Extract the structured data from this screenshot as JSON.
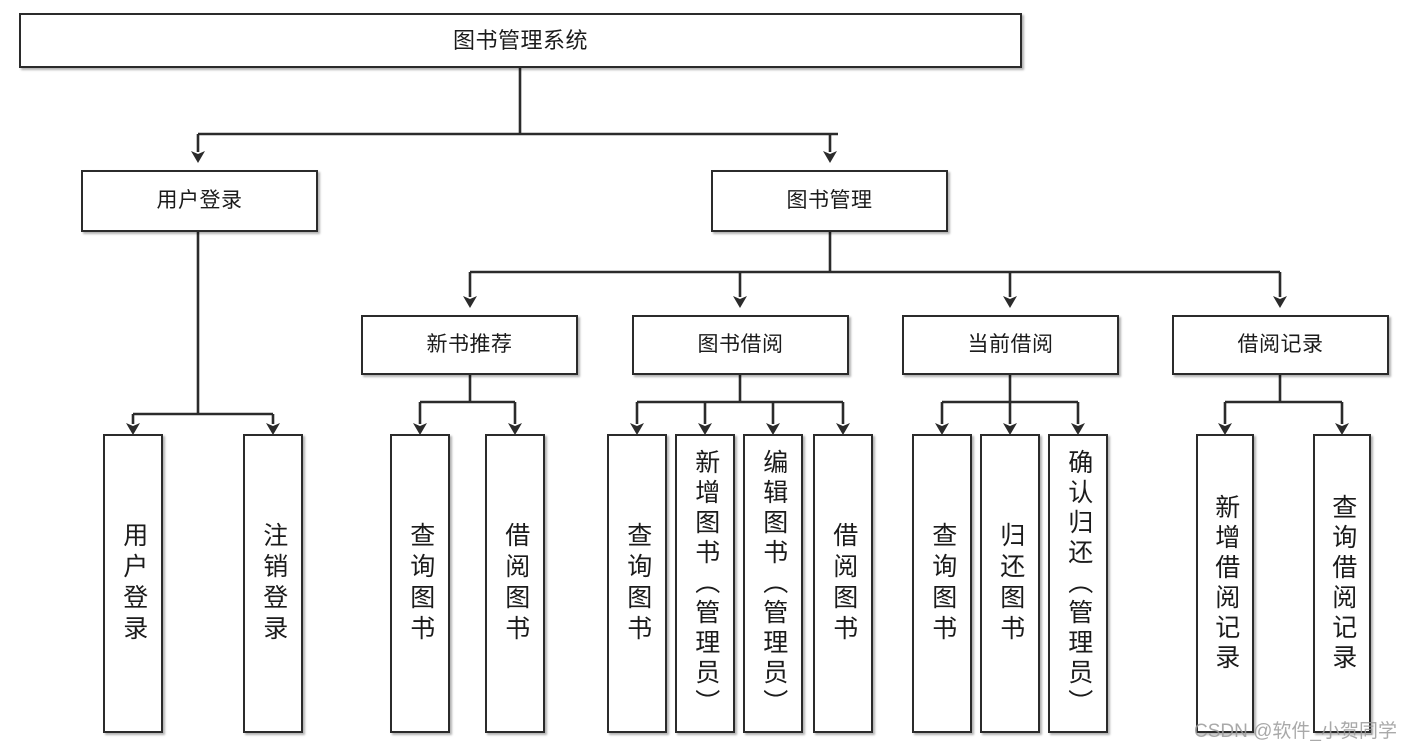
{
  "diagram": {
    "title": "图书管理系统",
    "type": "tree",
    "orientation": "top-down",
    "line_color": "#2b2b2b",
    "box_fill": "#ffffff",
    "text_color": "#1b1b1b",
    "levels": 4,
    "nodes": {
      "root": {
        "label": "图书管理系统"
      },
      "level2": [
        {
          "label": "用户登录"
        },
        {
          "label": "图书管理"
        }
      ],
      "level3": [
        {
          "label": "新书推荐"
        },
        {
          "label": "图书借阅"
        },
        {
          "label": "当前借阅"
        },
        {
          "label": "借阅记录"
        }
      ],
      "leaves": [
        {
          "label": "用户登录",
          "parent": "用户登录"
        },
        {
          "label": "注销登录",
          "parent": "用户登录"
        },
        {
          "label": "查询图书",
          "parent": "新书推荐"
        },
        {
          "label": "借阅图书",
          "parent": "新书推荐"
        },
        {
          "label": "查询图书",
          "parent": "图书借阅"
        },
        {
          "label": "新增图书（管理员）",
          "parent": "图书借阅"
        },
        {
          "label": "编辑图书（管理员）",
          "parent": "图书借阅"
        },
        {
          "label": "借阅图书",
          "parent": "图书借阅"
        },
        {
          "label": "查询图书",
          "parent": "当前借阅"
        },
        {
          "label": "归还图书",
          "parent": "当前借阅"
        },
        {
          "label": "确认归还（管理员）",
          "parent": "当前借阅"
        },
        {
          "label": "新增借阅记录",
          "parent": "借阅记录"
        },
        {
          "label": "查询借阅记录",
          "parent": "借阅记录"
        }
      ]
    }
  },
  "watermark": {
    "text": "CSDN @软件_小贺同学"
  }
}
